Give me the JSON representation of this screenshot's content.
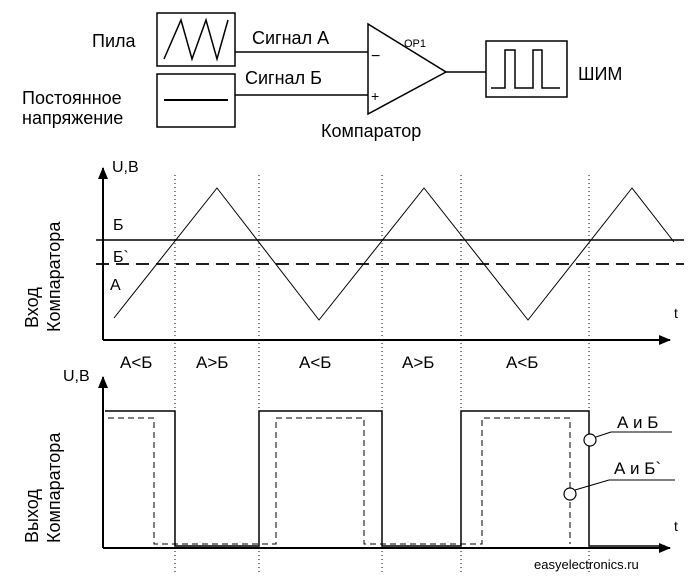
{
  "block": {
    "saw_label": "Пила",
    "dc_label_1": "Постоянное",
    "dc_label_2": "напряжение",
    "signal_a": "Сигнал А",
    "signal_b": "Сигнал Б",
    "opamp_name": "OP1",
    "minus": "−",
    "plus": "+",
    "comparator": "Компаратор",
    "pwm": "ШИМ"
  },
  "top_plot": {
    "y_axis": "U,B",
    "t_axis": "t",
    "y_title_1": "Вход",
    "y_title_2": "Компаратора",
    "label_b": "Б",
    "label_b2": "Б`",
    "label_a": "А",
    "regions": [
      "А<Б",
      "А>Б",
      "А<Б",
      "А>Б",
      "А<Б"
    ]
  },
  "bottom_plot": {
    "y_axis": "U,B",
    "t_axis": "t",
    "y_title_1": "Выход",
    "y_title_2": "Компаратора",
    "legend_solid": "А и Б",
    "legend_dashed": "А и Б`"
  },
  "watermark": "easyelectronics.ru"
}
